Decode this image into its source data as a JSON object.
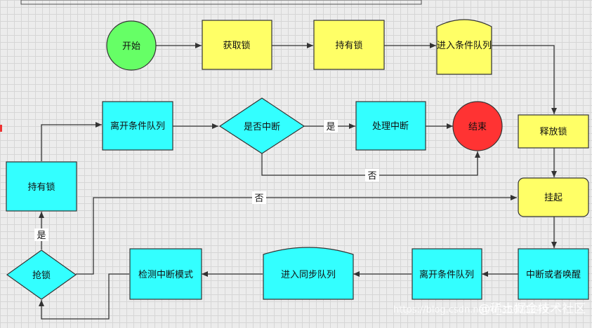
{
  "nodes": {
    "start": "开始",
    "acquire_lock": "获取锁",
    "hold_lock_top": "持有锁",
    "enter_condition_queue": "进入条件队列",
    "release_lock": "释放锁",
    "suspend": "挂起",
    "interrupt_or_wake": "中断或者唤醒",
    "leave_condition_queue_bottom": "离开条件队列",
    "enter_sync_queue": "进入同步队列",
    "check_interrupt_mode": "检测中断模式",
    "grab_lock": "抢锁",
    "hold_lock_left": "持有锁",
    "leave_condition_queue_top": "离开条件队列",
    "is_interrupted": "是否中断",
    "handle_interrupt": "处理中断",
    "end": "结束"
  },
  "edge_labels": {
    "interrupted_yes": "是",
    "interrupted_no": "否",
    "grab_fail": "否",
    "grab_success": "是"
  },
  "watermarks": {
    "site": "https://blog.csdn.net/u_35071249",
    "brand": "@稀土掘金技术社区"
  },
  "colors": {
    "green": "#66ff66",
    "yellow": "#ffff66",
    "cyan": "#33ffff",
    "red": "#ff3333",
    "stroke": "#333333"
  }
}
